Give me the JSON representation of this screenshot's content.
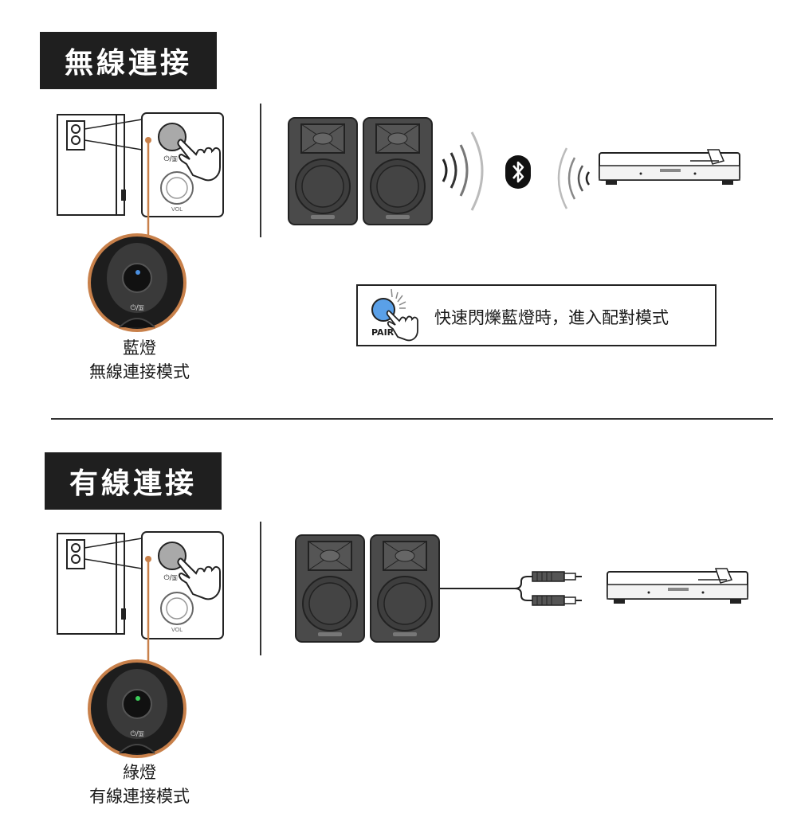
{
  "wireless": {
    "title": "無線連接",
    "caption_line1": "藍燈",
    "caption_line2": "無線連接模式",
    "led_color": "#4a8fe0"
  },
  "pairing": {
    "text": "快速閃爍藍燈時，進入配對模式",
    "button_label": "PAIR",
    "button_color": "#5aa0e8"
  },
  "wired": {
    "title": "有線連接",
    "caption_line1": "綠燈",
    "caption_line2": "有線連接模式",
    "led_color": "#3ccf5a"
  },
  "device": {
    "power_label": "⏻/🄱",
    "vol_label": "VOL"
  },
  "colors": {
    "callout_line": "#c8804a",
    "speaker_fill": "#4a4a4a"
  },
  "icons": [
    "bluetooth-icon",
    "hand-press-icon",
    "wave-icon"
  ]
}
